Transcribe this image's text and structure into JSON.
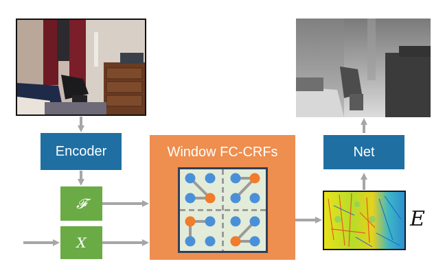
{
  "encoder_label": "Encoder",
  "feature_label": "𝓕",
  "x_label": "X",
  "window_title": "Window FC-CRFs",
  "net_label": "Net",
  "e_label": "E",
  "colors": {
    "blue_box": "#1f6fa3",
    "green_box": "#6aab45",
    "orange_box": "#ee8e4f",
    "node_blue": "#4a90d9",
    "node_orange": "#f07c2c",
    "arrow": "#a6a6a6"
  }
}
